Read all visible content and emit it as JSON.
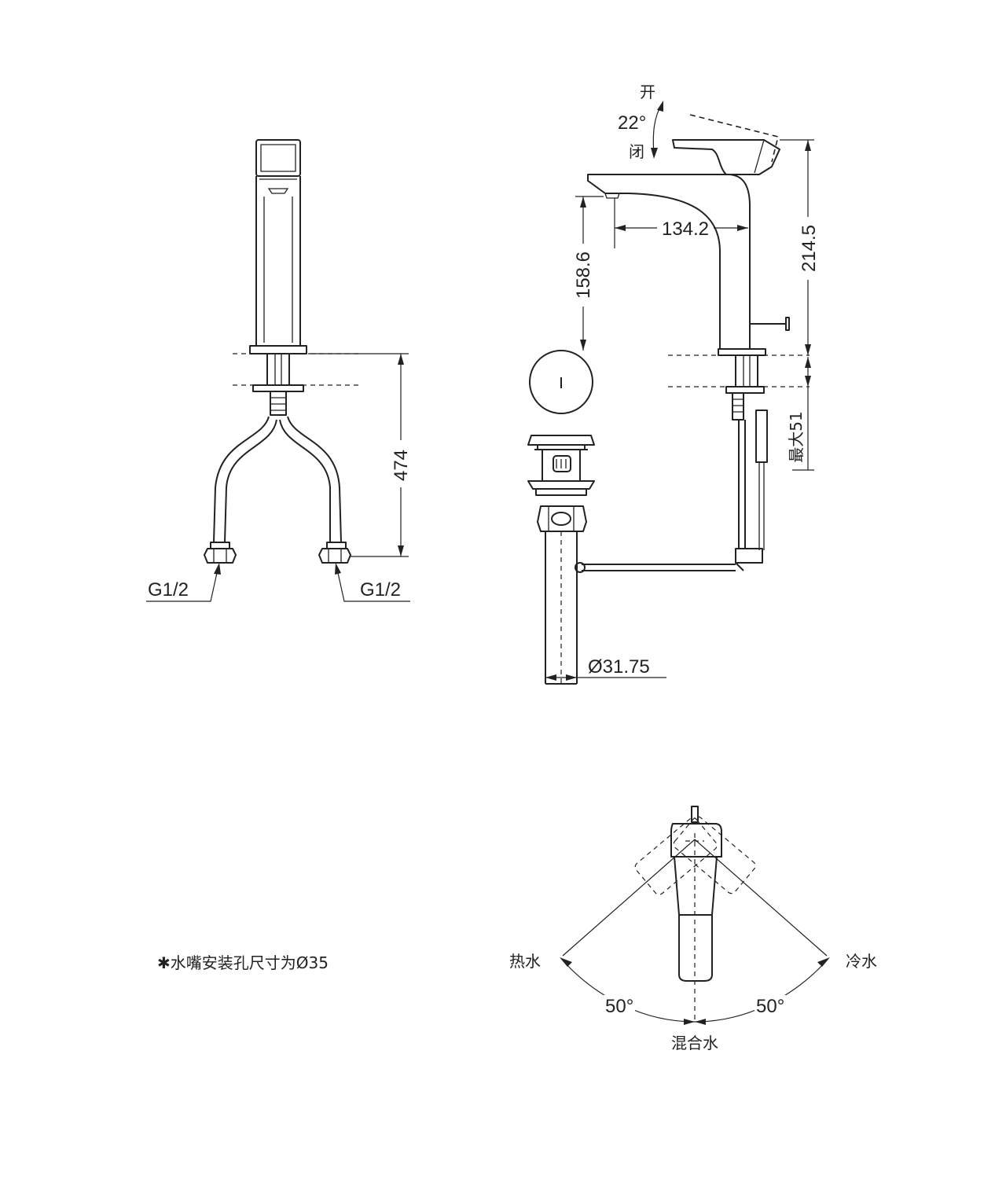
{
  "front_view": {
    "height_dim": "474",
    "thread_left": "G1/2",
    "thread_right": "G1/2"
  },
  "side_view": {
    "handle_open": "开",
    "handle_closed": "闭",
    "handle_angle": "22°",
    "spout_reach": "134.2",
    "spout_height": "158.6",
    "total_height": "214.5",
    "max_deck": "最大51",
    "drain_diameter": "Ø31.75"
  },
  "top_view": {
    "hot": "热水",
    "cold": "冷水",
    "mixed": "混合水",
    "angle_left": "50°",
    "angle_right": "50°"
  },
  "note": {
    "text": "✱水嘴安装孔尺寸为Ø35"
  }
}
